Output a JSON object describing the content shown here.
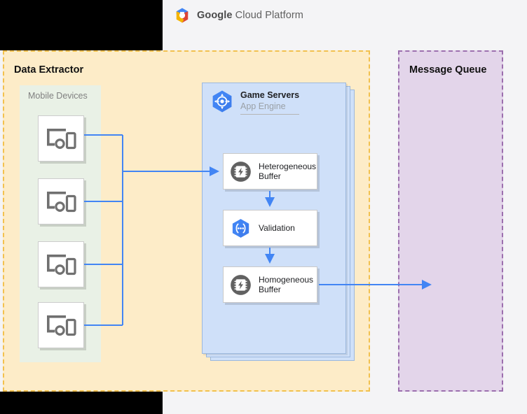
{
  "header": {
    "logo_icon": "google-cloud-platform-logo",
    "title_bold": "Google",
    "title_rest": " Cloud Platform",
    "accent_colors": {
      "logo_blue": "#4285f4",
      "logo_red": "#db4437",
      "logo_yellow": "#f4b400",
      "text_gray": "#616161"
    }
  },
  "groups": {
    "data_extractor": {
      "title": "Data Extractor",
      "fill": "#fdecc8",
      "border": "#f2c14e"
    },
    "message_queue": {
      "title": "Message Queue",
      "fill": "#e3d5ea",
      "border": "#9c6fae"
    }
  },
  "mobile_devices": {
    "label": "Mobile Devices",
    "fill": "#e9f1e6",
    "icon": "mobile-devices-icon",
    "count": 4,
    "items": [
      {
        "icon": "mobile-devices-icon"
      },
      {
        "icon": "mobile-devices-icon"
      },
      {
        "icon": "mobile-devices-icon"
      },
      {
        "icon": "mobile-devices-icon"
      }
    ]
  },
  "app_engine_panel": {
    "title": "Game Servers",
    "subtitle": "App Engine",
    "icon": "app-engine-icon",
    "fill": "#cfe0f9",
    "border": "#9cb8dd",
    "stack_layers": 3,
    "services": [
      {
        "id": "heterogeneous-buffer",
        "label": "Heterogeneous\nBuffer",
        "icon": "memcache-icon"
      },
      {
        "id": "validation",
        "label": "Validation",
        "icon": "cloud-endpoints-icon"
      },
      {
        "id": "homogeneous-buffer",
        "label": "Homogeneous\nBuffer",
        "icon": "memcache-icon"
      }
    ]
  },
  "connectors": {
    "color": "#4285f4",
    "flows": [
      {
        "from": "mobile-devices",
        "to": "heterogeneous-buffer"
      },
      {
        "from": "heterogeneous-buffer",
        "to": "validation"
      },
      {
        "from": "validation",
        "to": "homogeneous-buffer"
      },
      {
        "from": "homogeneous-buffer",
        "to": "message-queue"
      }
    ]
  }
}
